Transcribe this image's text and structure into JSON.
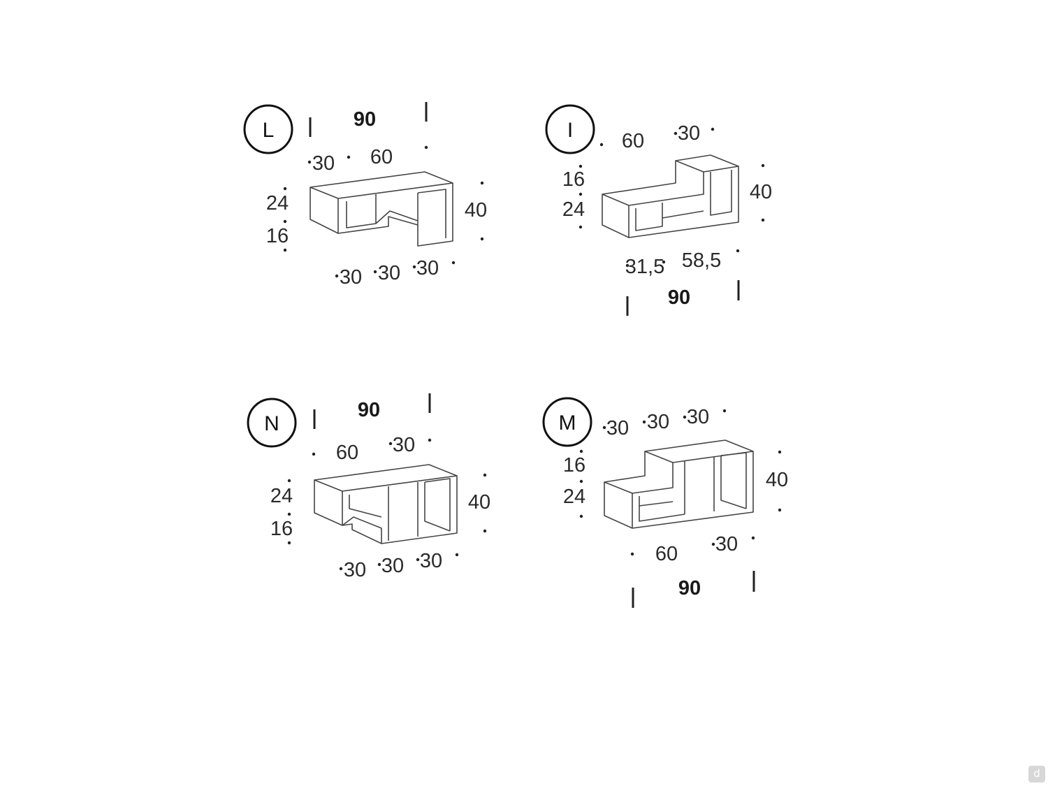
{
  "diagrams": [
    {
      "id": "L",
      "badge": "L",
      "width_total": "90",
      "top_dims": [
        "30",
        "60"
      ],
      "left_dims": [
        "24",
        "16"
      ],
      "right_dim": "40",
      "bottom_dims": [
        "30",
        "30",
        "30"
      ]
    },
    {
      "id": "I",
      "badge": "I",
      "top_dims": [
        "60",
        "30"
      ],
      "left_dims": [
        "16",
        "24"
      ],
      "right_dim": "40",
      "bottom_dims": [
        "31,5",
        "58,5"
      ],
      "width_total": "90"
    },
    {
      "id": "N",
      "badge": "N",
      "width_total": "90",
      "top_dims": [
        "60",
        "30"
      ],
      "left_dims": [
        "24",
        "16"
      ],
      "right_dim": "40",
      "bottom_dims": [
        "30",
        "30",
        "30"
      ]
    },
    {
      "id": "M",
      "badge": "M",
      "top_dims": [
        "30",
        "30",
        "30"
      ],
      "left_dims": [
        "16",
        "24"
      ],
      "right_dim": "40",
      "bottom_dims": [
        "60",
        "30"
      ],
      "width_total": "90"
    }
  ],
  "watermark": {
    "glyph": "d",
    "color": "#d7d7d7"
  }
}
